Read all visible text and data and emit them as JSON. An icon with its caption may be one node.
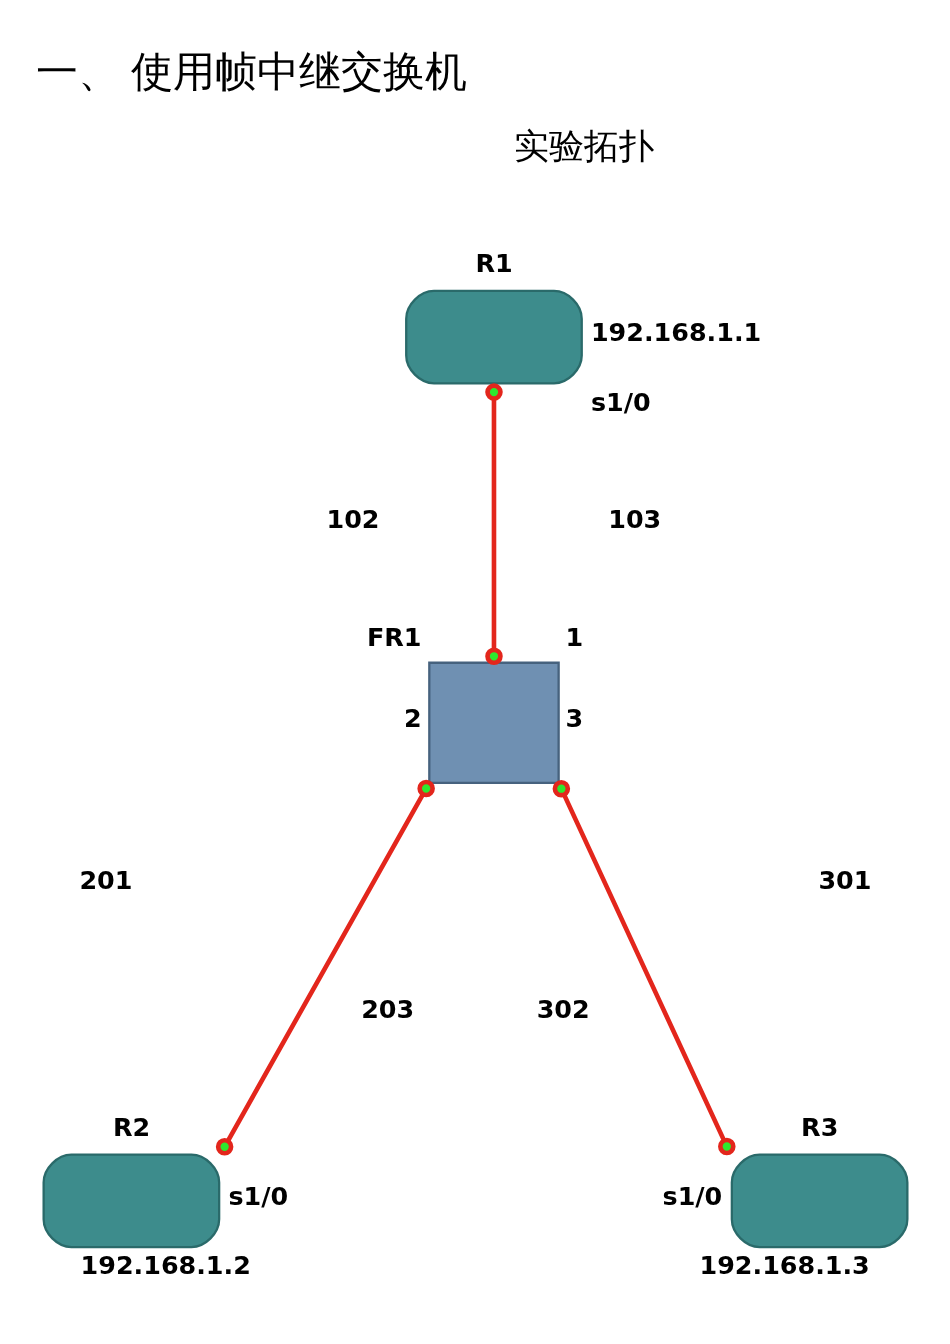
{
  "diagram": {
    "title": "一、 使用帧中继交换机",
    "nodes": [
      {
        "text": [
          "R1"
        ],
        "beside": [
          "192.168.1.1",
          "s1/0"
        ]
      },
      {
        "text": [
          "FR1"
        ],
        "beside": [
          "1",
          "2",
          "3"
        ]
      },
      {
        "text": [
          "R2"
        ],
        "beside": [
          "s1/0",
          "192.168.1.2"
        ]
      },
      {
        "text": [
          "R3"
        ],
        "beside": [
          "s1/0",
          "192.168.1.3"
        ]
      }
    ],
    "edges": [
      {
        "from": 0,
        "to": 1,
        "arrow": "other"
      },
      {
        "from": 1,
        "to": 2,
        "arrow": "other"
      },
      {
        "from": 1,
        "to": 3,
        "arrow": "other"
      }
    ],
    "labels": [
      "实验拓扑",
      "102",
      "103",
      "201",
      "301",
      "203",
      "302"
    ]
  }
}
